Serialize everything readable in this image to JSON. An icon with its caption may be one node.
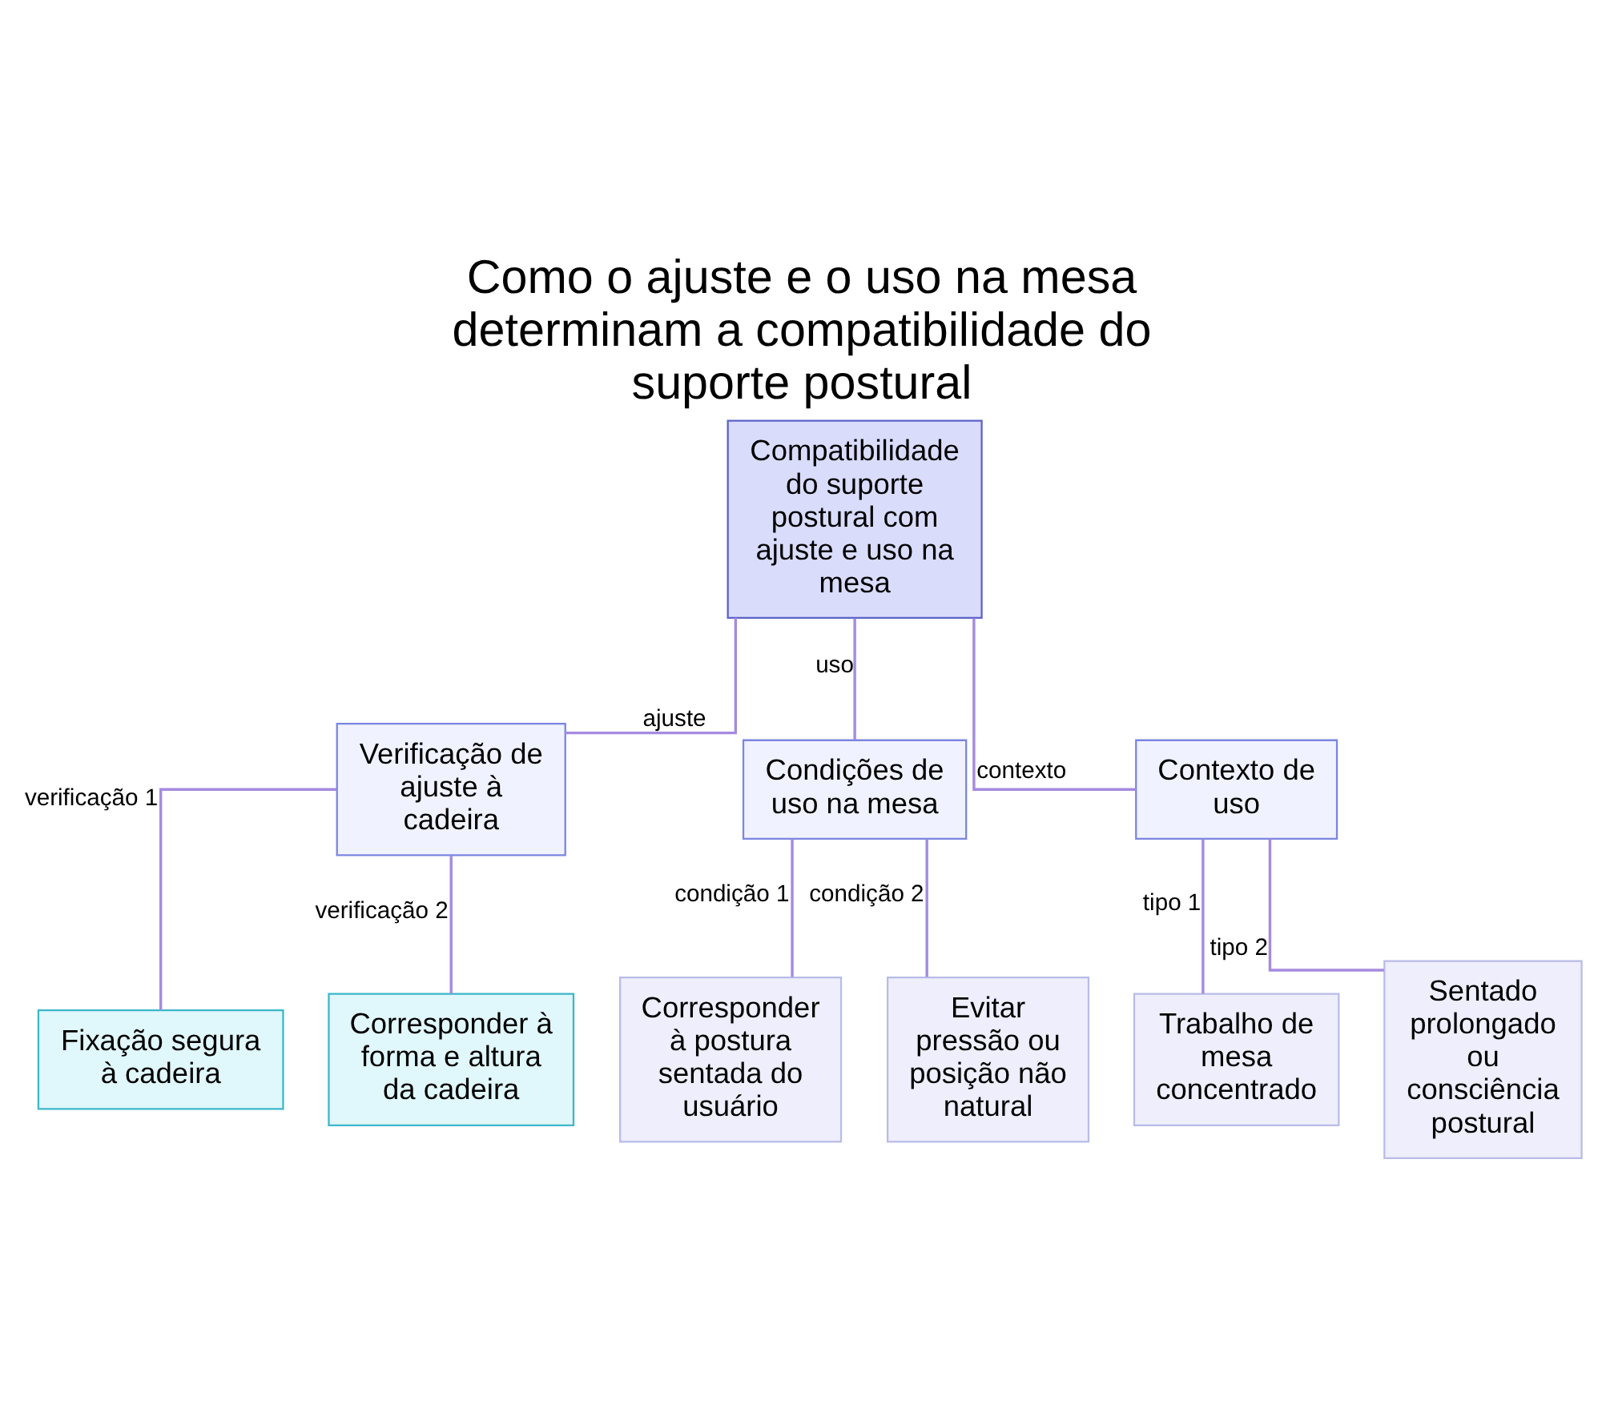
{
  "diagram": {
    "title": "Como o ajuste e o uso na mesa determinam a compatibilidade do suporte postural",
    "nodes": [
      {
        "text": [
          "Compatibilidade do suporte postural com ajuste e uso na mesa"
        ]
      },
      {
        "text": [
          "Verificação de ajuste à cadeira"
        ]
      },
      {
        "text": [
          "Condições de uso na mesa"
        ]
      },
      {
        "text": [
          "Contexto de uso"
        ]
      },
      {
        "text": [
          "Fixação segura à cadeira"
        ]
      },
      {
        "text": [
          "Corresponder à forma e altura da cadeira"
        ]
      },
      {
        "text": [
          "Corresponder à postura sentada do usuário"
        ]
      },
      {
        "text": [
          "Evitar pressão ou posição não natural"
        ]
      },
      {
        "text": [
          "Trabalho de mesa concentrado"
        ]
      },
      {
        "text": [
          "Sentado prolongado ou consciência postural"
        ]
      }
    ],
    "edges": [
      {
        "from": 0,
        "to": 1,
        "arrow": "none",
        "label": "ajuste"
      },
      {
        "from": 0,
        "to": 2,
        "arrow": "none",
        "label": "uso"
      },
      {
        "from": 0,
        "to": 3,
        "arrow": "none",
        "label": "contexto"
      },
      {
        "from": 1,
        "to": 4,
        "arrow": "none",
        "label": "verificação 1"
      },
      {
        "from": 1,
        "to": 5,
        "arrow": "none",
        "label": "verificação 2"
      },
      {
        "from": 2,
        "to": 6,
        "arrow": "none",
        "label": "condição 1"
      },
      {
        "from": 2,
        "to": 7,
        "arrow": "none",
        "label": "condição 2"
      },
      {
        "from": 3,
        "to": 8,
        "arrow": "none",
        "label": "tipo 1"
      },
      {
        "from": 3,
        "to": 9,
        "arrow": "none",
        "label": "tipo 2"
      }
    ]
  }
}
